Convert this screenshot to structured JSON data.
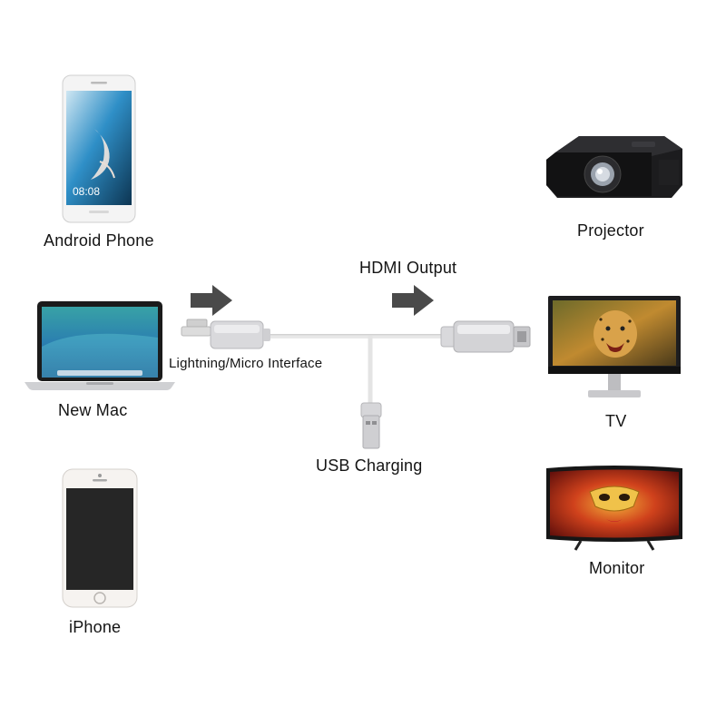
{
  "devices": {
    "android": {
      "label": "Android Phone",
      "screen_time": "08:08"
    },
    "mac": {
      "label": "New Mac"
    },
    "iphone": {
      "label": "iPhone"
    },
    "projector": {
      "label": "Projector"
    },
    "tv": {
      "label": "TV"
    },
    "monitor": {
      "label": "Monitor"
    }
  },
  "cable": {
    "hdmi_label": "HDMI Output",
    "interface_label": "Lightning/Micro Interface",
    "usb_label": "USB Charging"
  },
  "colors": {
    "arrow": "#4a4a4a",
    "cable": "#e6e6e6",
    "connector": "#c9c9cc"
  }
}
